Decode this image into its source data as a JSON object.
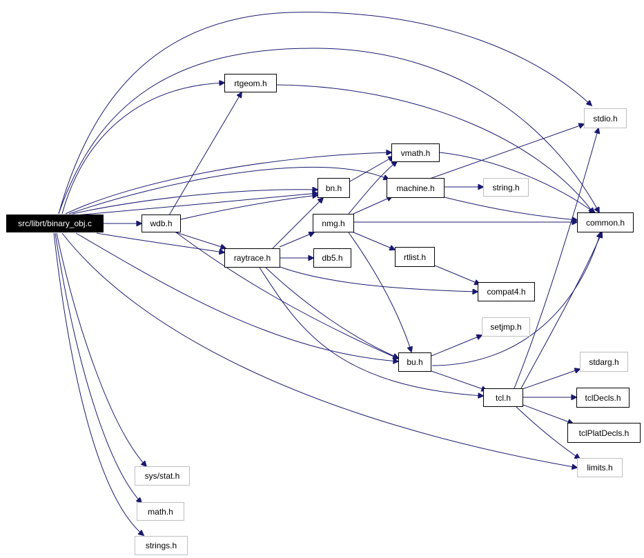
{
  "colors": {
    "edge": "#191970",
    "root_fill": "#000000",
    "root_text": "#ffffff",
    "node_border": "#000000",
    "external_border": "#bfbfbf"
  },
  "nodes": {
    "binary_obj": "src/librt/binary_obj.c",
    "wdb": "wdb.h",
    "rtgeom": "rtgeom.h",
    "stdio": "stdio.h",
    "vmath": "vmath.h",
    "bn": "bn.h",
    "machine": "machine.h",
    "string": "string.h",
    "nmg": "nmg.h",
    "common": "common.h",
    "raytrace": "raytrace.h",
    "db5": "db5.h",
    "rtlist": "rtlist.h",
    "compat4": "compat4.h",
    "setjmp": "setjmp.h",
    "bu": "bu.h",
    "stdarg": "stdarg.h",
    "tcl": "tcl.h",
    "tclDecls": "tclDecls.h",
    "tclPlatDecls": "tclPlatDecls.h",
    "limits": "limits.h",
    "sys_stat": "sys/stat.h",
    "math": "math.h",
    "strings": "strings.h"
  }
}
